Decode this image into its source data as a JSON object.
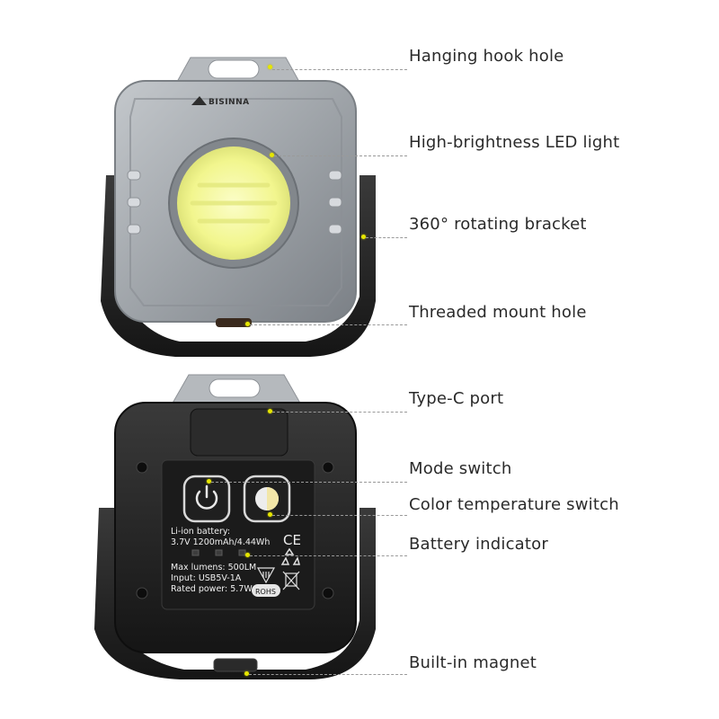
{
  "brand": "BISINNA",
  "callouts": [
    {
      "label": "Hanging hook hole"
    },
    {
      "label": "High-brightness LED light"
    },
    {
      "label": "360° rotating bracket"
    },
    {
      "label": "Threaded mount hole"
    },
    {
      "label": "Type-C port"
    },
    {
      "label": "Mode switch"
    },
    {
      "label": "Color temperature switch"
    },
    {
      "label": "Battery indicator"
    },
    {
      "label": "Built-in magnet"
    }
  ],
  "back_label": {
    "battery_title": "Li-ion battery:",
    "battery_spec": "3.7V 1200mAh/4.44Wh",
    "max_lumens": "Max lumens: 500LM",
    "input": "Input: USB5V-1A",
    "rated_power": "Rated power: 5.7W",
    "ce_mark": "CE",
    "rohs_mark": "ROHS"
  },
  "colors": {
    "housing_silver": "#9ea3a8",
    "housing_dark": "#6f747a",
    "bracket_black": "#1e1e1e",
    "led_yellow": "#f3f79a",
    "indicator_dot": "#e6e600"
  }
}
